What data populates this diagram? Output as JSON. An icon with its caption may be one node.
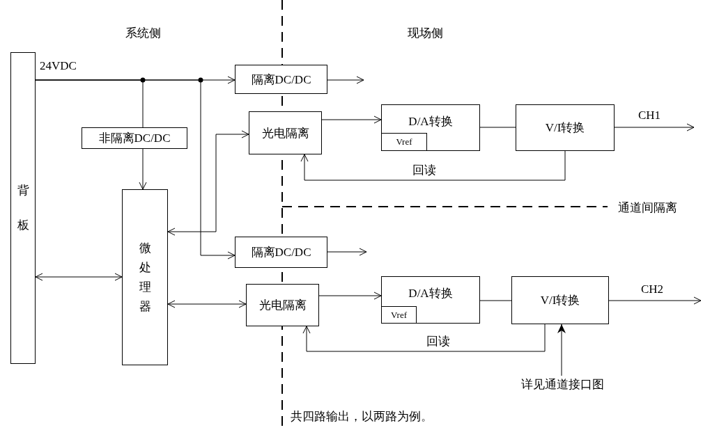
{
  "diagram": {
    "nodes": [
      {
        "text": [
          "背板"
        ]
      },
      {
        "text": [
          "非隔离DC/DC"
        ]
      },
      {
        "text": [
          "微处理器"
        ]
      },
      {
        "text": [
          "隔离DC/DC"
        ]
      },
      {
        "text": [
          "光电隔离"
        ]
      },
      {
        "text": [
          "D/A转换"
        ]
      },
      {
        "text": [
          "Vref"
        ],
        "in": 5
      },
      {
        "text": [
          "V/I转换"
        ]
      },
      {
        "text": [
          "隔离DC/DC"
        ]
      },
      {
        "text": [
          "光电隔离"
        ]
      },
      {
        "text": [
          "D/A转换"
        ]
      },
      {
        "text": [
          "Vref"
        ],
        "in": 10
      },
      {
        "text": [
          "V/I转换"
        ]
      },
      {
        "text": [
          "详见通道接口图"
        ]
      }
    ],
    "edges": [
      {
        "from": 0,
        "to": 3,
        "arrow": "to",
        "label": "24VDC"
      },
      {
        "from": 0,
        "to": 1,
        "arrow": "none"
      },
      {
        "from": 1,
        "to": 2,
        "arrow": "to"
      },
      {
        "from": 0,
        "to": 8,
        "arrow": "to"
      },
      {
        "from": 4,
        "to": 2,
        "arrow": "both"
      },
      {
        "from": 3,
        "to": null,
        "arrow": "to"
      },
      {
        "from": 4,
        "to": 5,
        "arrow": "to"
      },
      {
        "from": 5,
        "to": 7,
        "arrow": "none"
      },
      {
        "from": 7,
        "to": null,
        "arrow": "to",
        "label": "CH1"
      },
      {
        "from": 7,
        "to": 4,
        "arrow": "to",
        "label": "回读"
      },
      {
        "from": 0,
        "to": 2,
        "arrow": "both"
      },
      {
        "from": 2,
        "to": 9,
        "arrow": "both"
      },
      {
        "from": 8,
        "to": null,
        "arrow": "to"
      },
      {
        "from": 9,
        "to": 10,
        "arrow": "to"
      },
      {
        "from": 10,
        "to": 12,
        "arrow": "none"
      },
      {
        "from": 12,
        "to": null,
        "arrow": "to",
        "label": "CH2"
      },
      {
        "from": 12,
        "to": 9,
        "arrow": "to",
        "label": "回读"
      },
      {
        "from": 13,
        "to": 12,
        "arrow": "to"
      }
    ],
    "labels": [
      "系统侧",
      "现场侧",
      "通道间隔离",
      "共四路输出，以两路为例。"
    ]
  }
}
